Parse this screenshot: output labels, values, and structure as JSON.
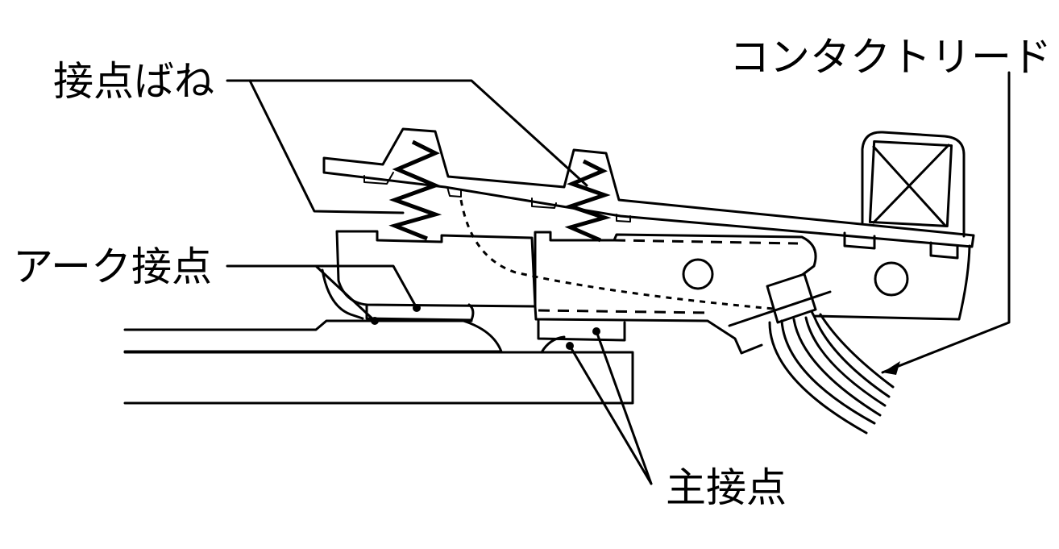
{
  "labels": {
    "contact_spring": "接点ばね",
    "contact_lead": "コンタクトリード",
    "arc_contact": "アーク接点",
    "main_contact": "主接点"
  }
}
